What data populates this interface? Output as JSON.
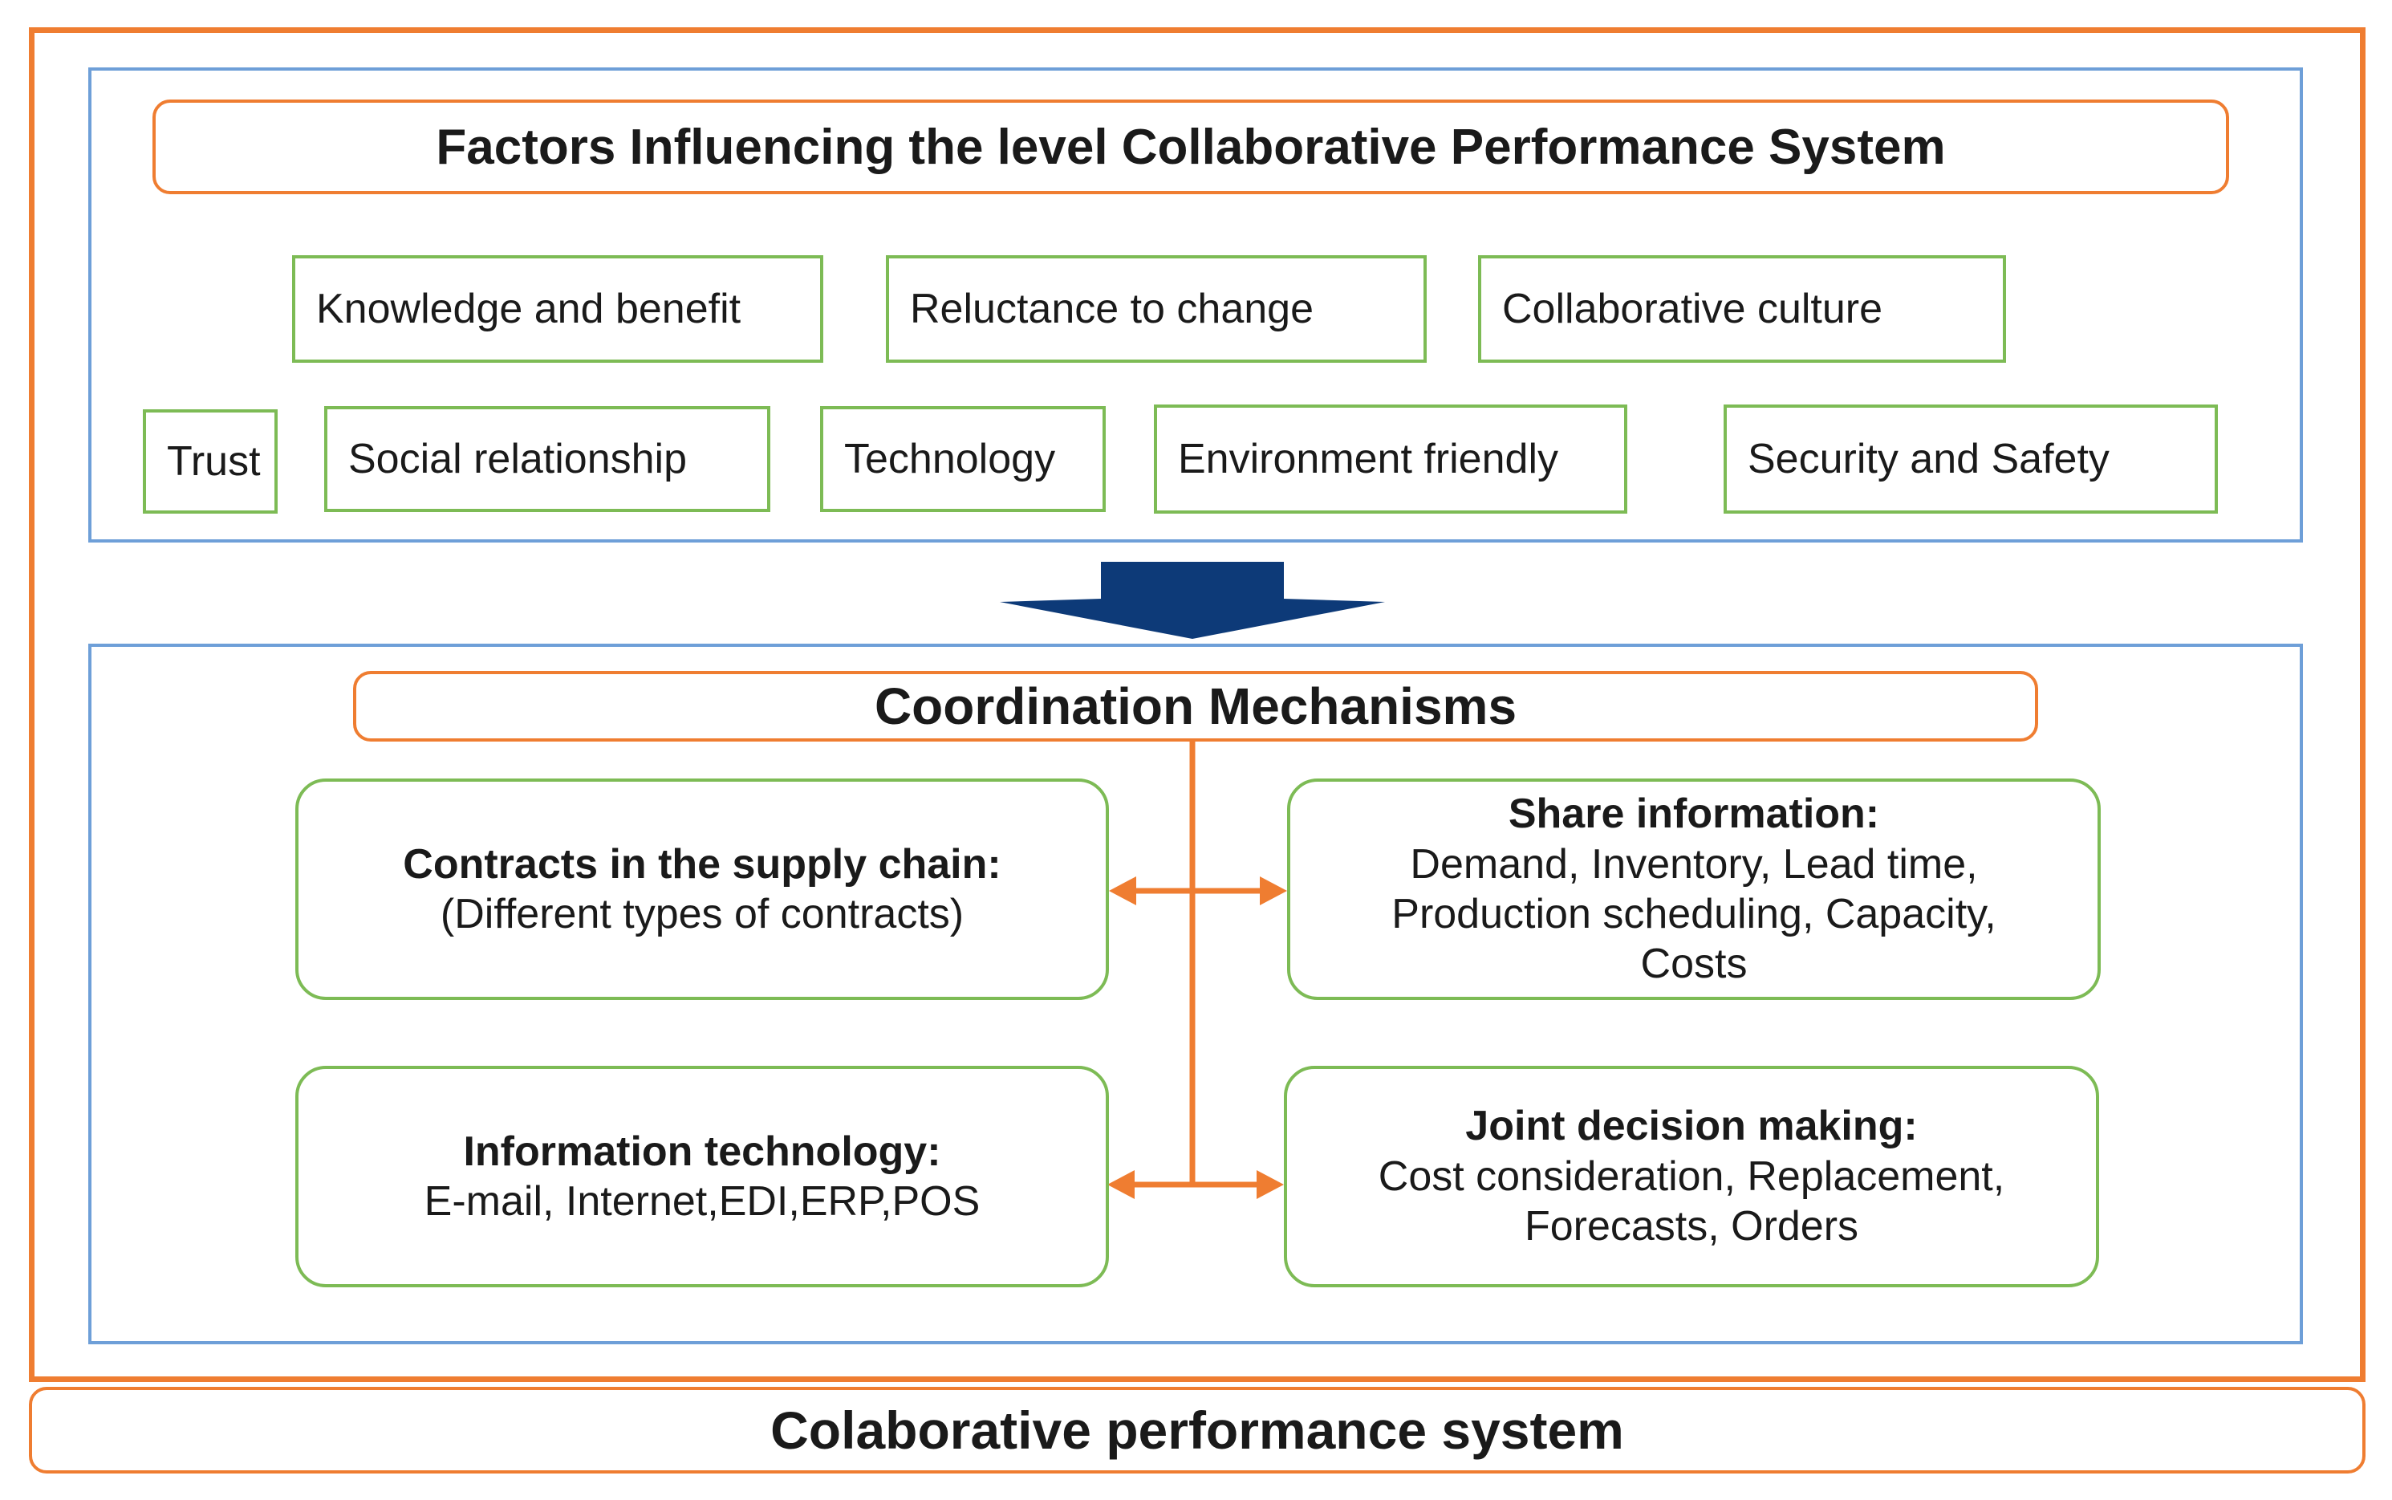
{
  "header": {
    "title": "Factors Influencing the level Collaborative Performance System"
  },
  "factors": {
    "row1": [
      "Knowledge and benefit",
      "Reluctance to change",
      "Collaborative culture"
    ],
    "row2": [
      "Trust",
      "Social relationship",
      "Technology",
      "Environment friendly",
      "Security and Safety"
    ]
  },
  "coordination": {
    "title": "Coordination Mechanisms",
    "contracts": {
      "head": "Contracts in the supply chain:",
      "body": [
        "(Different types of contracts)"
      ]
    },
    "share": {
      "head": "Share information:",
      "body": [
        "Demand, Inventory, Lead time,",
        "Production scheduling, Capacity,",
        "Costs"
      ]
    },
    "it": {
      "head": "Information technology:",
      "body": [
        "E-mail, Internet,EDI,ERP,POS"
      ]
    },
    "joint": {
      "head": "Joint decision making:",
      "body": [
        "Cost consideration, Replacement,",
        "Forecasts, Orders"
      ]
    }
  },
  "footer": {
    "title": "Colaborative performance system"
  },
  "colors": {
    "orange": "#ef7d31",
    "blue": "#6e9fd8",
    "green": "#7dbb55",
    "navy": "#0d3a78"
  }
}
